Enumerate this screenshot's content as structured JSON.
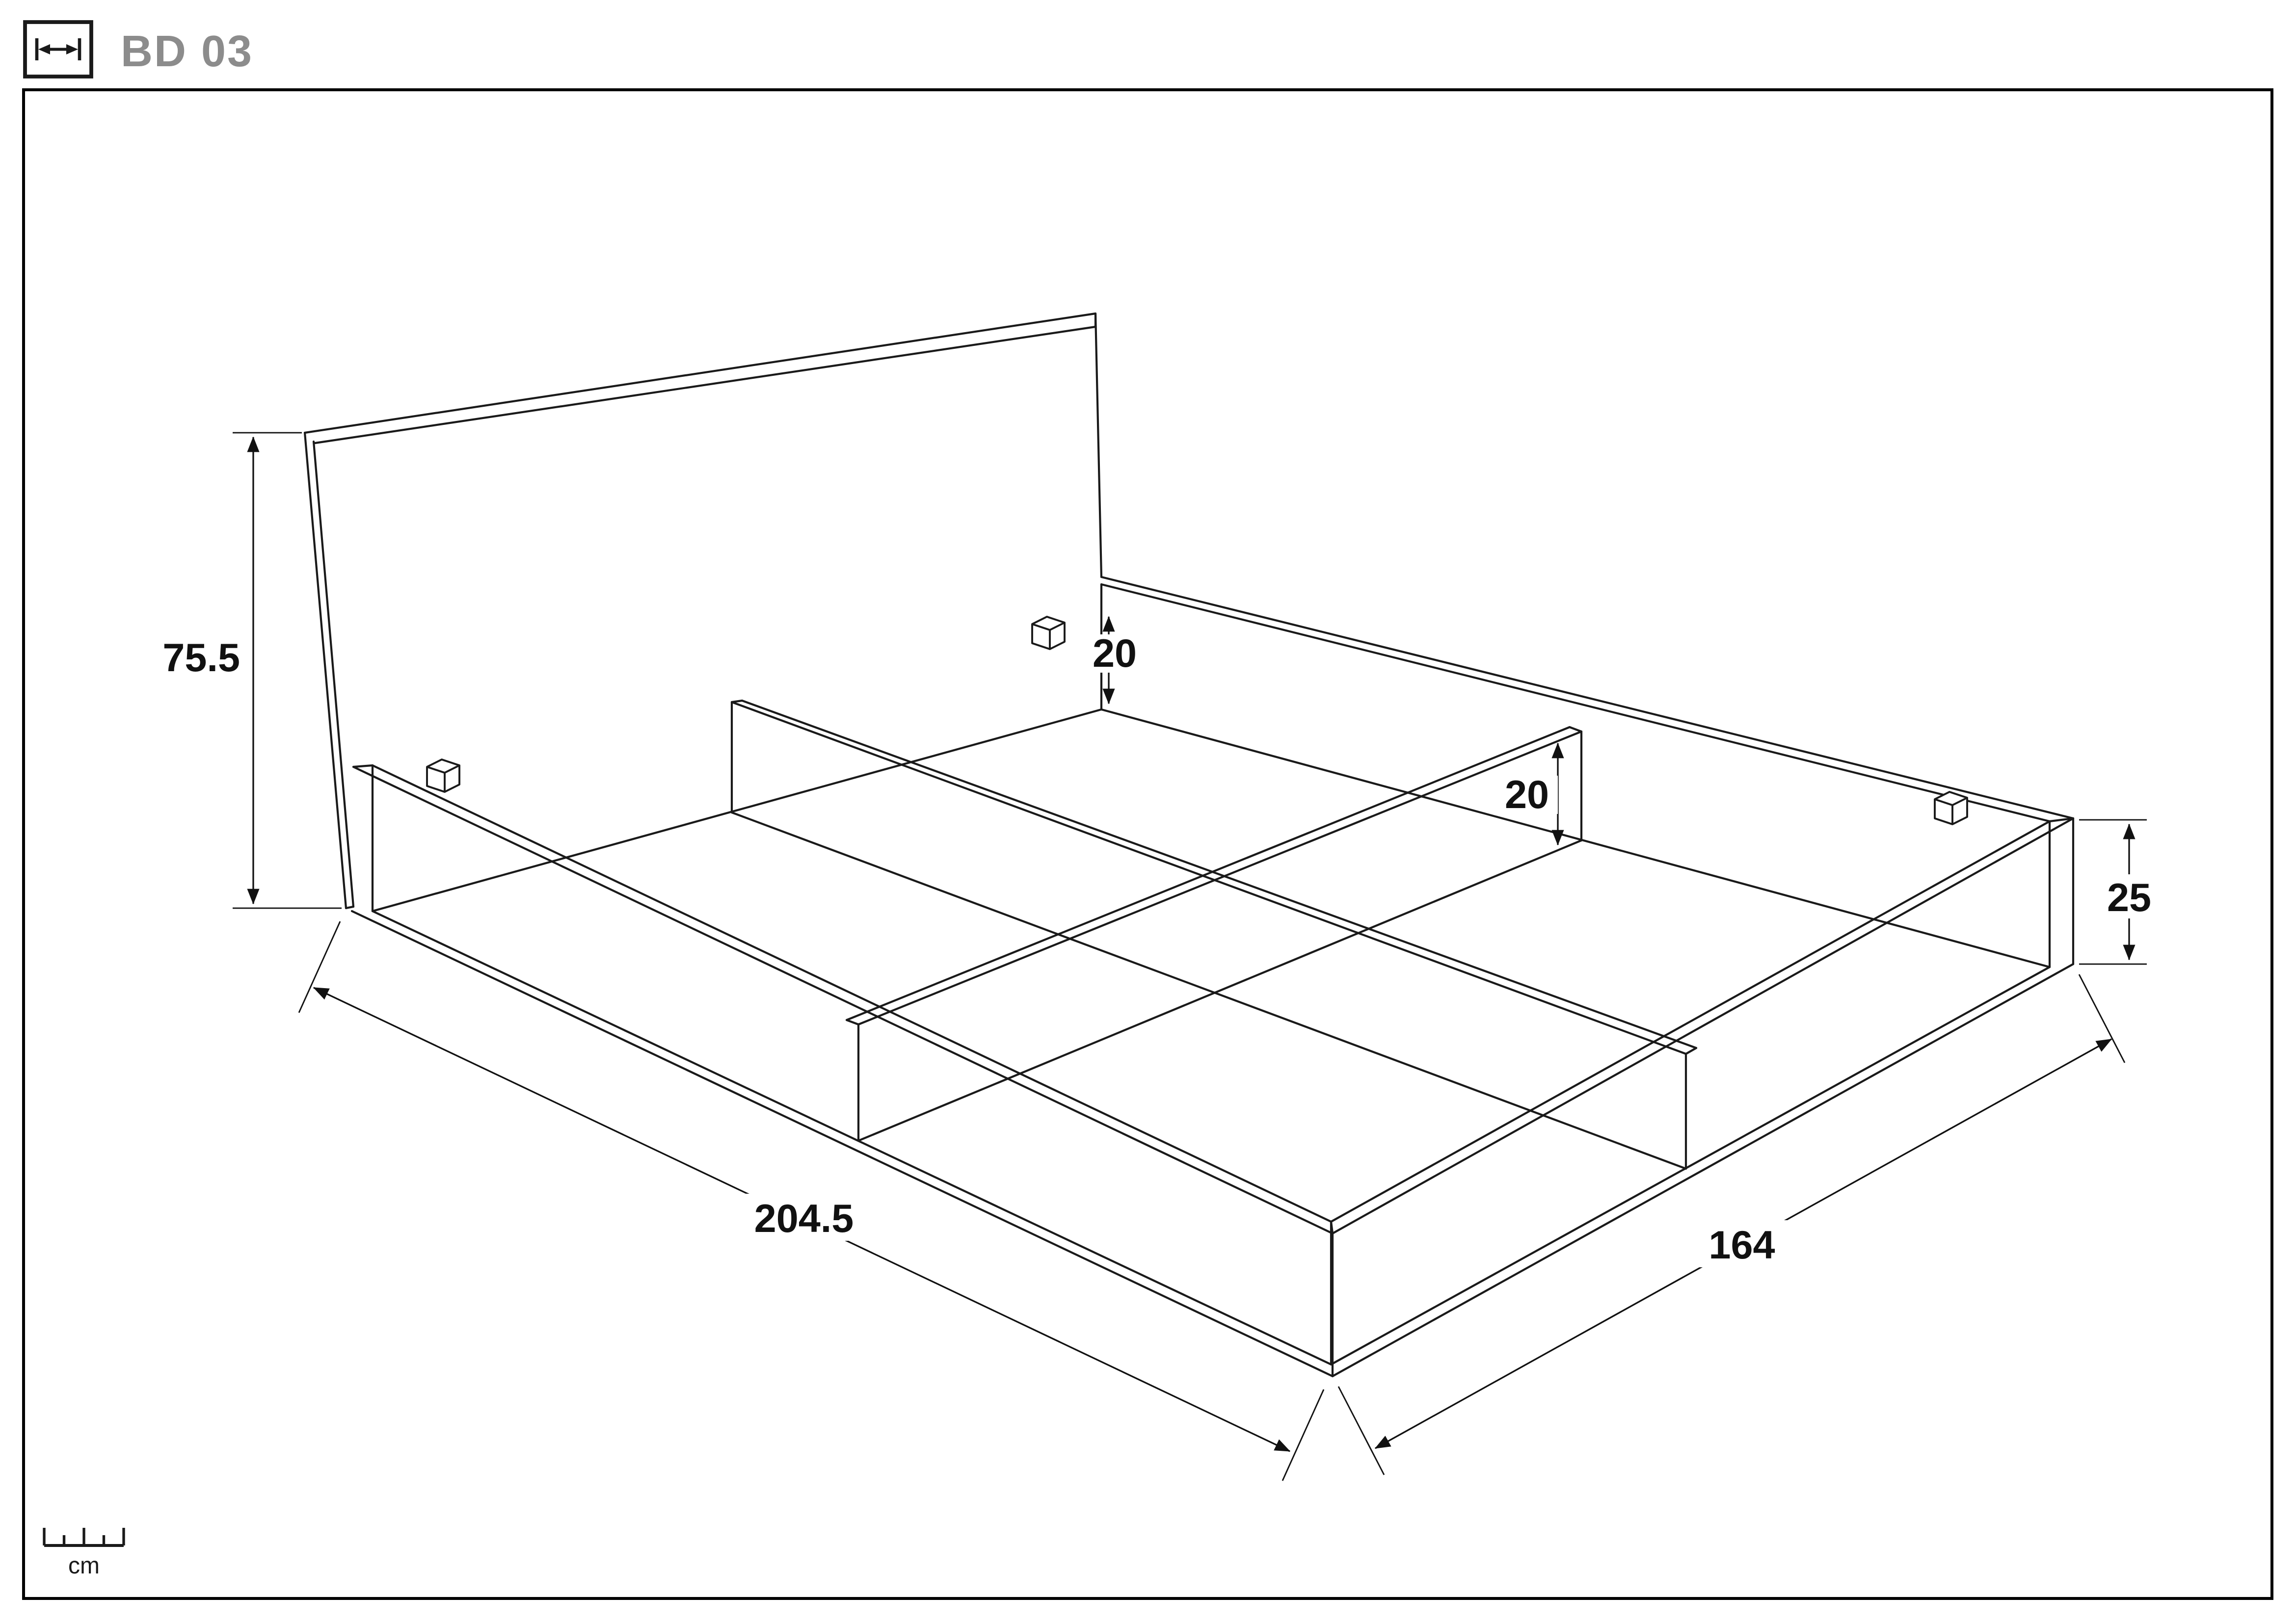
{
  "sheet": {
    "code": "BD 03",
    "unit_label": "cm"
  },
  "dimensions": {
    "headboard_height": "75.5",
    "storage_depth": "20",
    "divider_height": "20",
    "frame_height": "25",
    "frame_length": "204.5",
    "frame_width": "164"
  },
  "colors": {
    "line": "#1a1a1a",
    "code_gray": "#8c8c8c",
    "background": "#ffffff"
  }
}
